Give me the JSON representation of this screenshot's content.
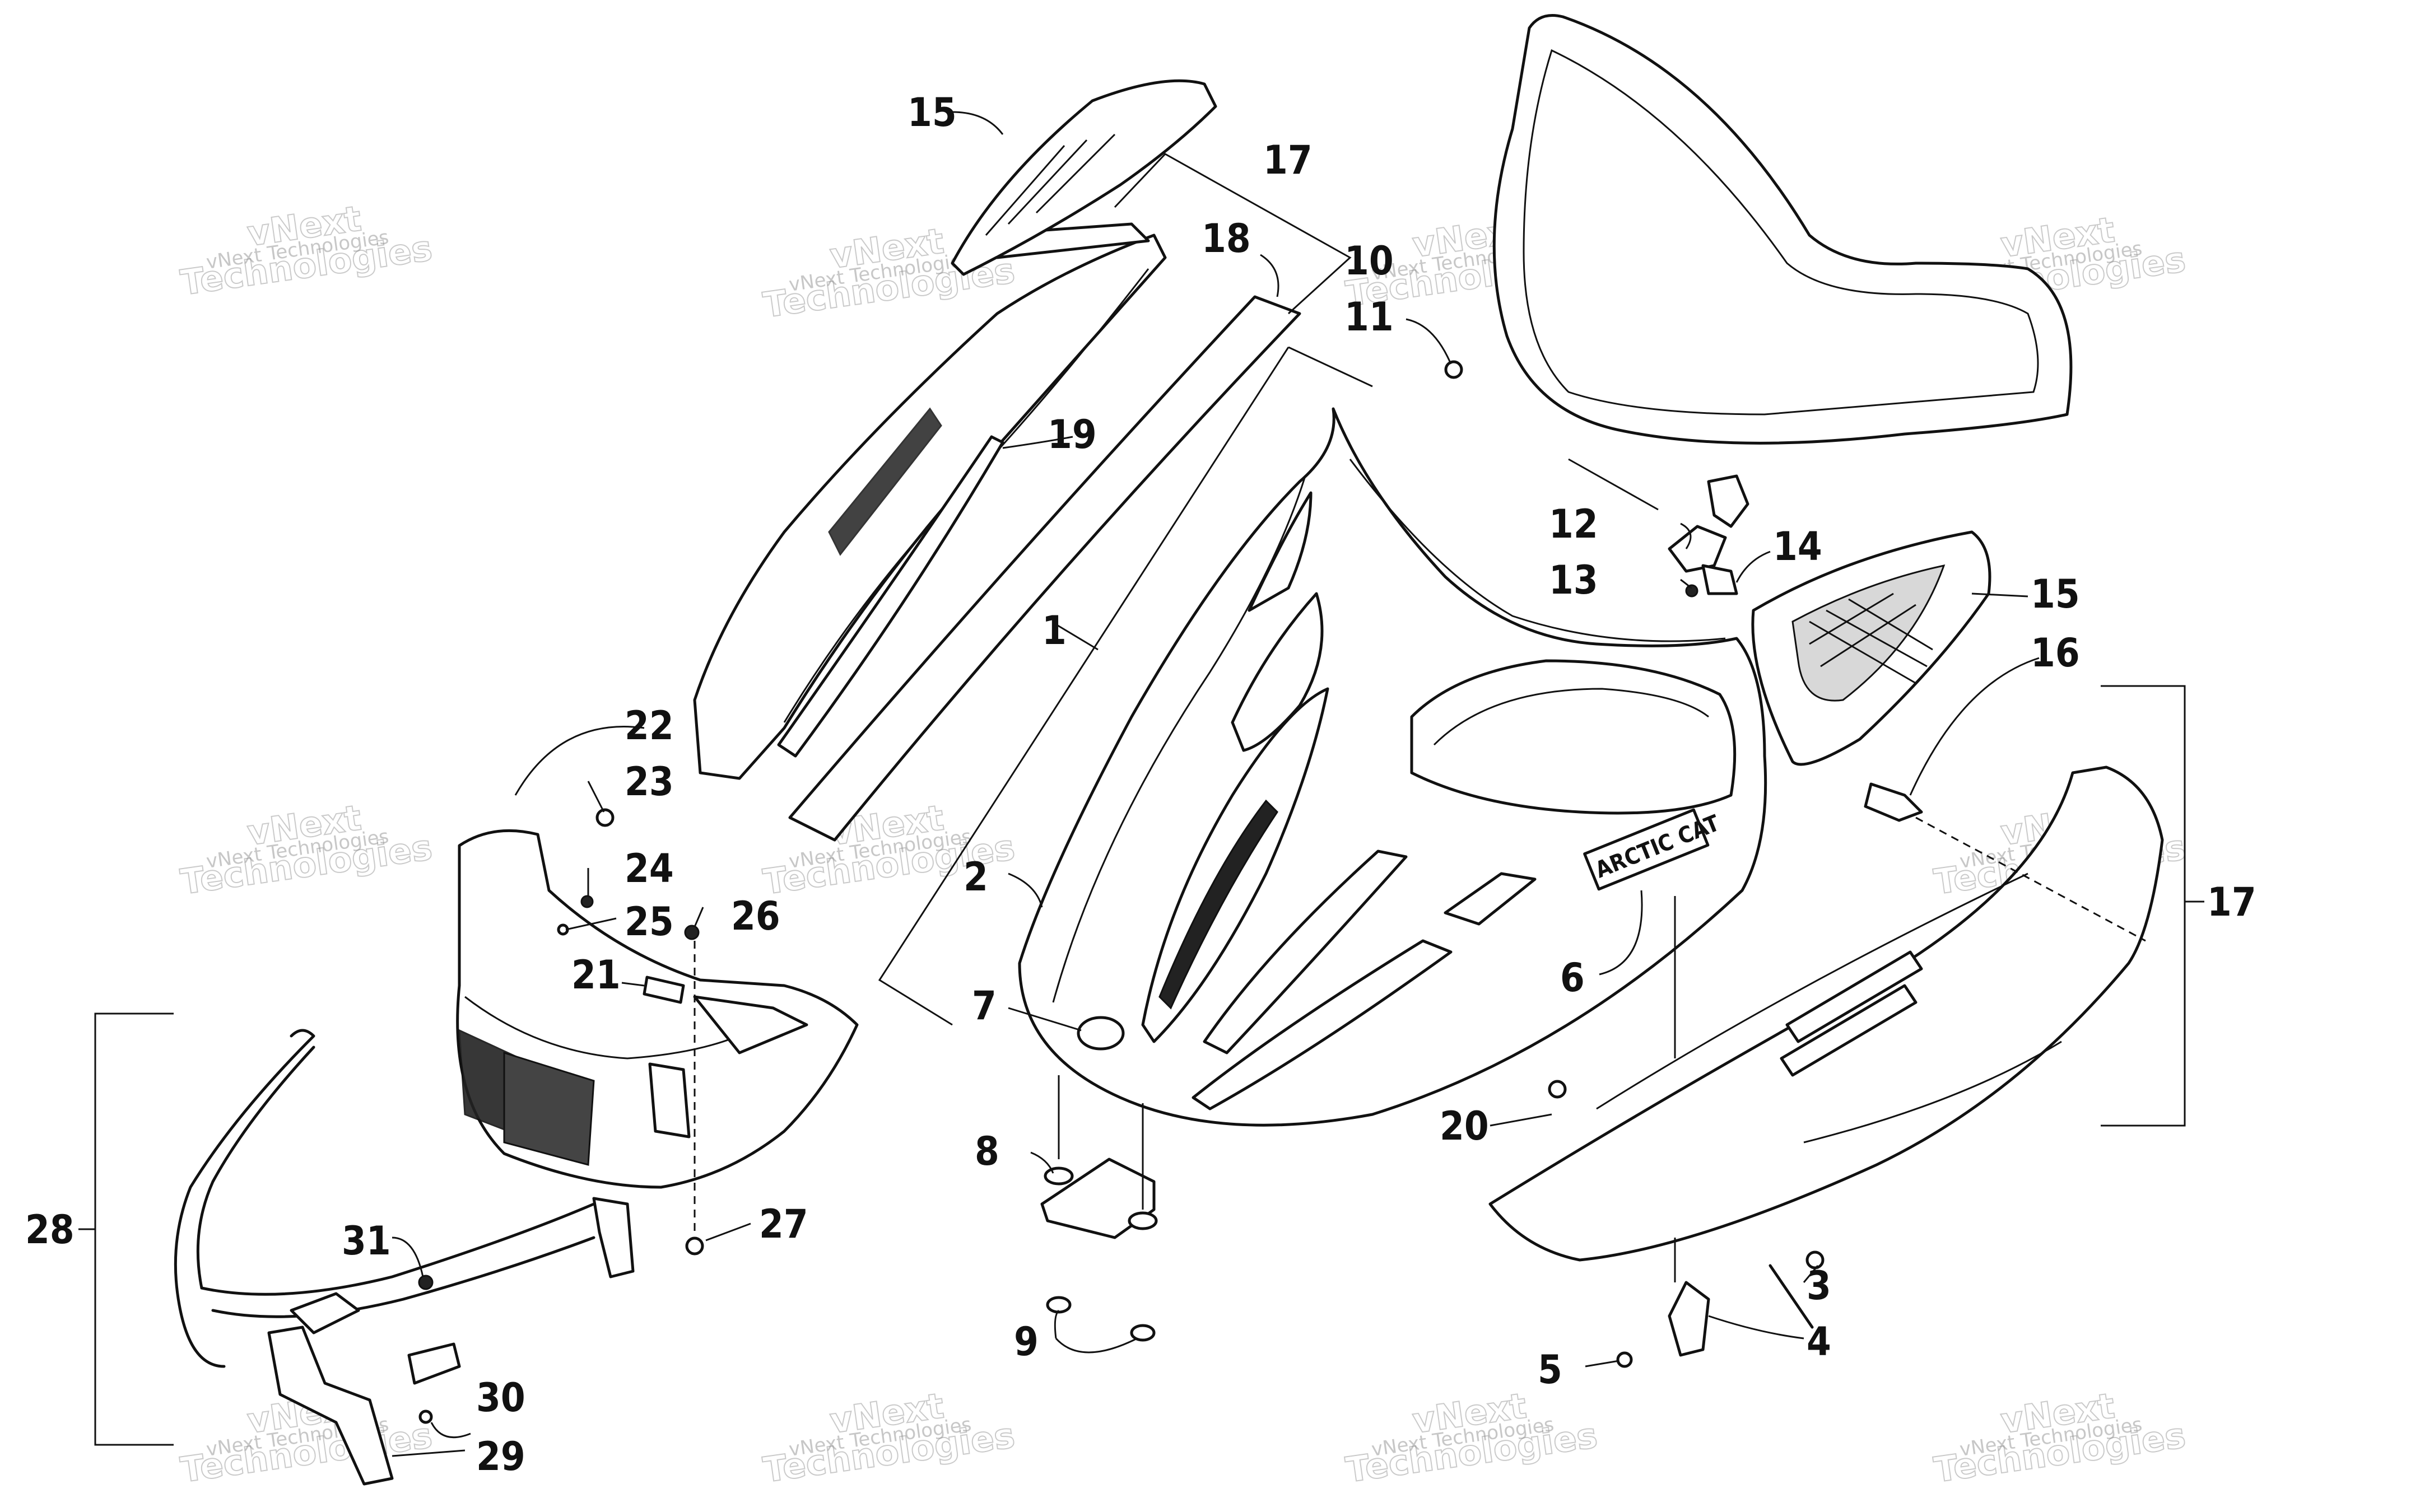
{
  "labels": {
    "p1": "1",
    "p2": "2",
    "p3": "3",
    "p4": "4",
    "p5": "5",
    "p6": "6",
    "p7": "7",
    "p8": "8",
    "p9": "9",
    "p10": "10",
    "p11": "11",
    "p12": "12",
    "p13": "13",
    "p14": "14",
    "p15a": "15",
    "p15b": "15",
    "p16": "16",
    "p17a": "17",
    "p17b": "17",
    "p18": "18",
    "p19": "19",
    "p20": "20",
    "p21": "21",
    "p22": "22",
    "p23": "23",
    "p24": "24",
    "p25": "25",
    "p26": "26",
    "p27": "27",
    "p28": "28",
    "p29": "29",
    "p30": "30",
    "p31": "31"
  },
  "watermark": {
    "small": "vNext Technologies",
    "big_line1": "vNext",
    "big_line2": "Technologies"
  },
  "decal_text": "ARCTIC CAT"
}
